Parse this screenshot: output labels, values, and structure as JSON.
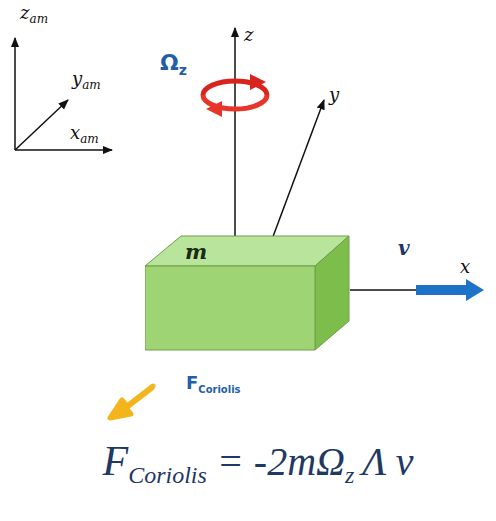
{
  "diagram": {
    "nodes": [
      {
        "text": [
          "m"
        ]
      }
    ],
    "labels": [
      "z",
      "am",
      "y",
      "am",
      "x",
      "am",
      "Ω",
      "z",
      "z",
      "y",
      "v",
      "x",
      "F",
      "Coriolis",
      "F",
      "Coriolis",
      "= -2mΩ",
      "z",
      "Λ v"
    ]
  }
}
